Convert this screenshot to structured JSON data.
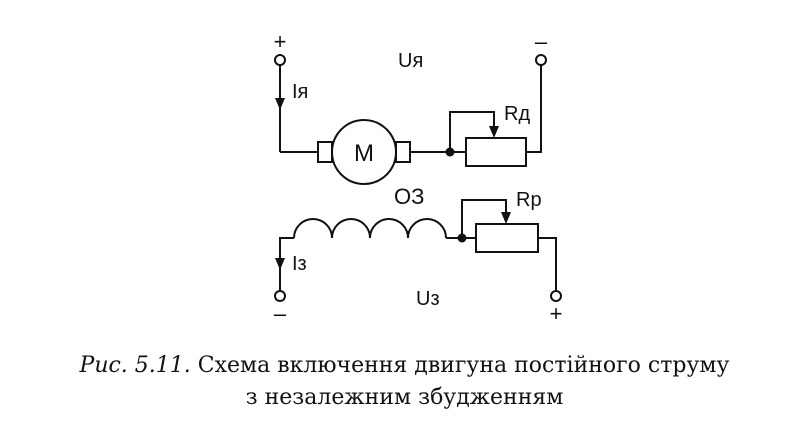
{
  "diagram": {
    "labels": {
      "top_plus": "+",
      "top_minus": "–",
      "u_armature": "Uя",
      "i_armature": "Iя",
      "motor": "M",
      "r_d": "Rд",
      "oz": "ОЗ",
      "r_p": "Rр",
      "i_field": "Iз",
      "u_field": "Uз",
      "bottom_minus": "–",
      "bottom_plus": "+"
    }
  },
  "caption": {
    "figure": "Рис. 5.11.",
    "line1": "Схема включення двигуна постійного струму",
    "line2": "з незалежним збудженням"
  }
}
